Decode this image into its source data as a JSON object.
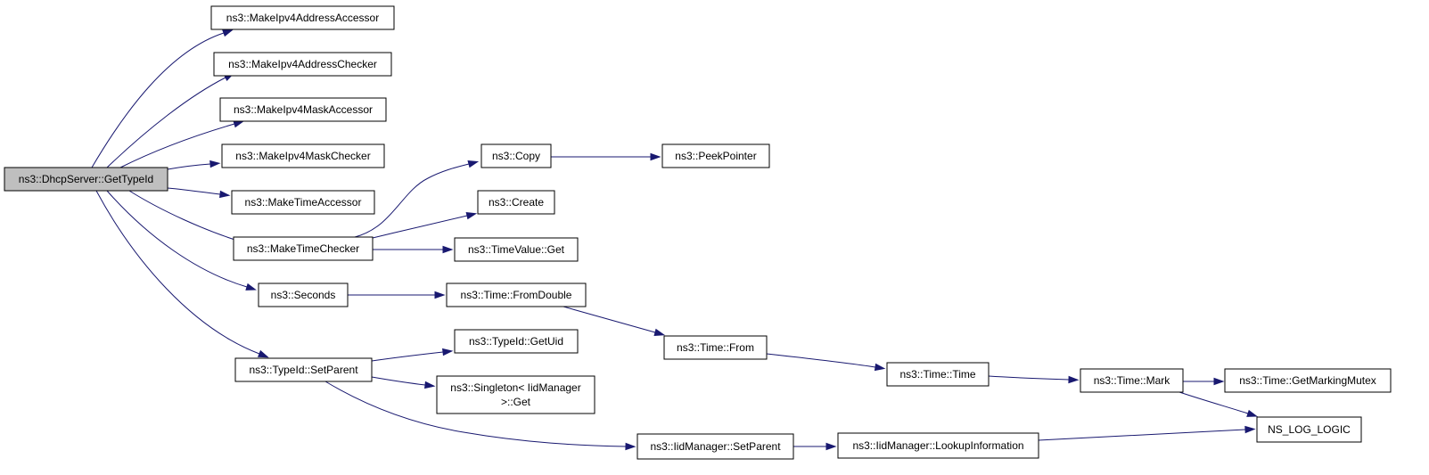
{
  "colors": {
    "edge": "#191970",
    "node_fill": "#ffffff",
    "root_fill": "#bfbfbf",
    "node_border": "#000000"
  },
  "nodes": [
    {
      "id": "root",
      "label": [
        "ns3::DhcpServer::GetTypeId"
      ],
      "root": true
    },
    {
      "id": "ipv4AddrAcc",
      "label": [
        "ns3::MakeIpv4AddressAccessor"
      ]
    },
    {
      "id": "ipv4AddrChk",
      "label": [
        "ns3::MakeIpv4AddressChecker"
      ]
    },
    {
      "id": "ipv4MaskAcc",
      "label": [
        "ns3::MakeIpv4MaskAccessor"
      ]
    },
    {
      "id": "ipv4MaskChk",
      "label": [
        "ns3::MakeIpv4MaskChecker"
      ]
    },
    {
      "id": "timeAcc",
      "label": [
        "ns3::MakeTimeAccessor"
      ]
    },
    {
      "id": "timeChk",
      "label": [
        "ns3::MakeTimeChecker"
      ]
    },
    {
      "id": "seconds",
      "label": [
        "ns3::Seconds"
      ]
    },
    {
      "id": "setParent",
      "label": [
        "ns3::TypeId::SetParent"
      ]
    },
    {
      "id": "copy",
      "label": [
        "ns3::Copy"
      ]
    },
    {
      "id": "create",
      "label": [
        "ns3::Create"
      ]
    },
    {
      "id": "tvGet",
      "label": [
        "ns3::TimeValue::Get"
      ]
    },
    {
      "id": "peek",
      "label": [
        "ns3::PeekPointer"
      ]
    },
    {
      "id": "fromDouble",
      "label": [
        "ns3::Time::FromDouble"
      ]
    },
    {
      "id": "getUid",
      "label": [
        "ns3::TypeId::GetUid"
      ]
    },
    {
      "id": "singleton",
      "label": [
        "ns3::Singleton< IidManager",
        ">::Get"
      ]
    },
    {
      "id": "iidSetParent",
      "label": [
        "ns3::IidManager::SetParent"
      ]
    },
    {
      "id": "timeFrom",
      "label": [
        "ns3::Time::From"
      ]
    },
    {
      "id": "timeTime",
      "label": [
        "ns3::Time::Time"
      ]
    },
    {
      "id": "lookup",
      "label": [
        "ns3::IidManager::LookupInformation"
      ]
    },
    {
      "id": "mark",
      "label": [
        "ns3::Time::Mark"
      ]
    },
    {
      "id": "mutex",
      "label": [
        "ns3::Time::GetMarkingMutex"
      ]
    },
    {
      "id": "logic",
      "label": [
        "NS_LOG_LOGIC"
      ]
    }
  ],
  "edges": [
    {
      "from": "root",
      "to": "ipv4AddrAcc"
    },
    {
      "from": "root",
      "to": "ipv4AddrChk"
    },
    {
      "from": "root",
      "to": "ipv4MaskAcc"
    },
    {
      "from": "root",
      "to": "ipv4MaskChk"
    },
    {
      "from": "root",
      "to": "timeAcc"
    },
    {
      "from": "root",
      "to": "timeChk"
    },
    {
      "from": "root",
      "to": "seconds"
    },
    {
      "from": "root",
      "to": "setParent"
    },
    {
      "from": "timeChk",
      "to": "copy"
    },
    {
      "from": "timeChk",
      "to": "create"
    },
    {
      "from": "timeChk",
      "to": "tvGet"
    },
    {
      "from": "copy",
      "to": "peek"
    },
    {
      "from": "seconds",
      "to": "fromDouble"
    },
    {
      "from": "fromDouble",
      "to": "timeFrom"
    },
    {
      "from": "timeFrom",
      "to": "timeTime"
    },
    {
      "from": "timeTime",
      "to": "mark"
    },
    {
      "from": "mark",
      "to": "mutex"
    },
    {
      "from": "mark",
      "to": "logic"
    },
    {
      "from": "setParent",
      "to": "getUid"
    },
    {
      "from": "setParent",
      "to": "singleton"
    },
    {
      "from": "setParent",
      "to": "iidSetParent"
    },
    {
      "from": "iidSetParent",
      "to": "lookup"
    },
    {
      "from": "lookup",
      "to": "logic"
    }
  ]
}
